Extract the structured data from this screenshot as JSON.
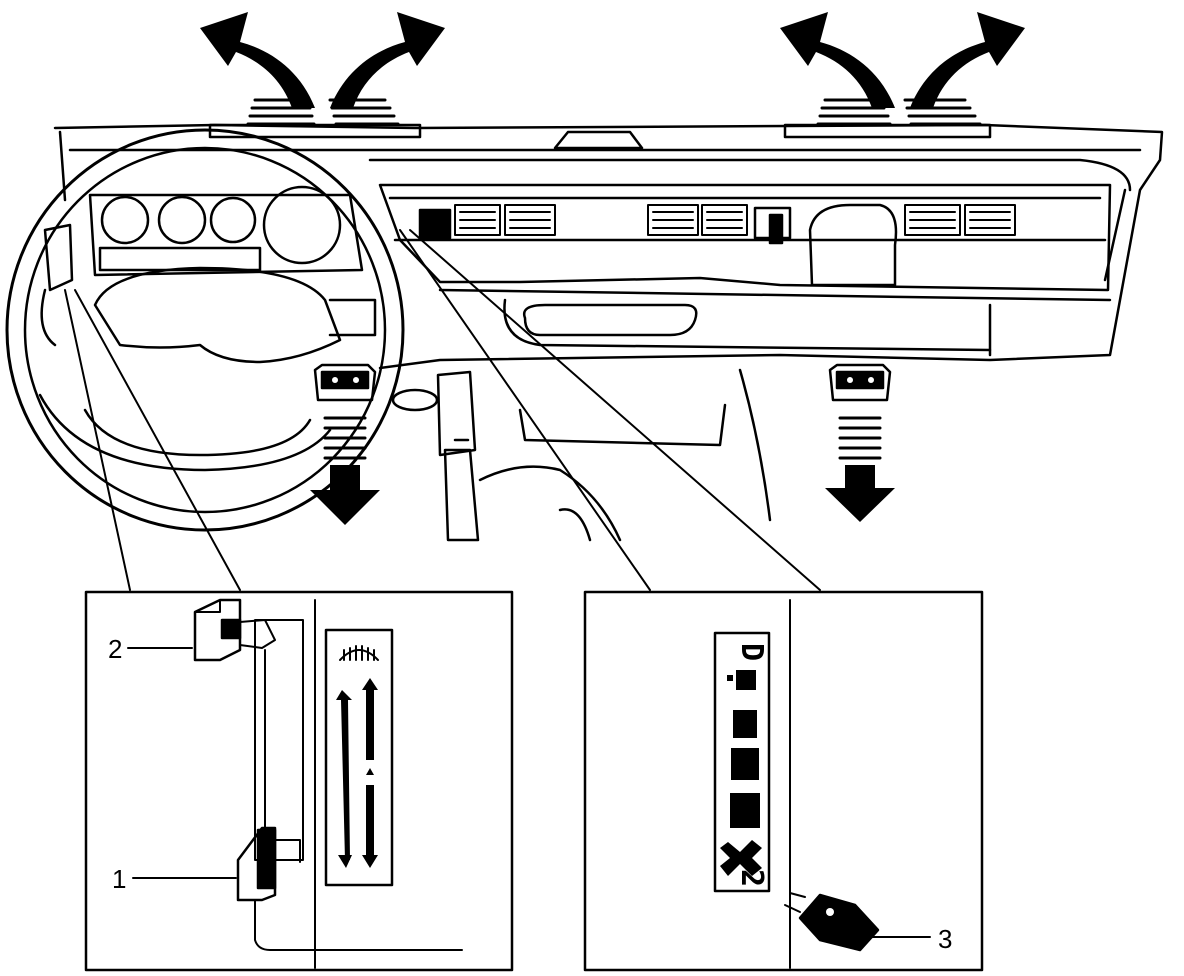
{
  "callouts": [
    {
      "id": "1",
      "label": "1"
    },
    {
      "id": "2",
      "label": "2"
    },
    {
      "id": "3",
      "label": "3"
    }
  ],
  "left_panel": {
    "icons": [
      "rear-defrost-icon",
      "up-down-arrows-icon",
      "slider-knob-icon"
    ]
  },
  "right_panel": {
    "gear_labels": [
      "D",
      "2"
    ],
    "icons": [
      "fan-icon",
      "speed-bar-icon"
    ]
  },
  "colors": {
    "ink": "#000000",
    "paper": "#ffffff"
  }
}
